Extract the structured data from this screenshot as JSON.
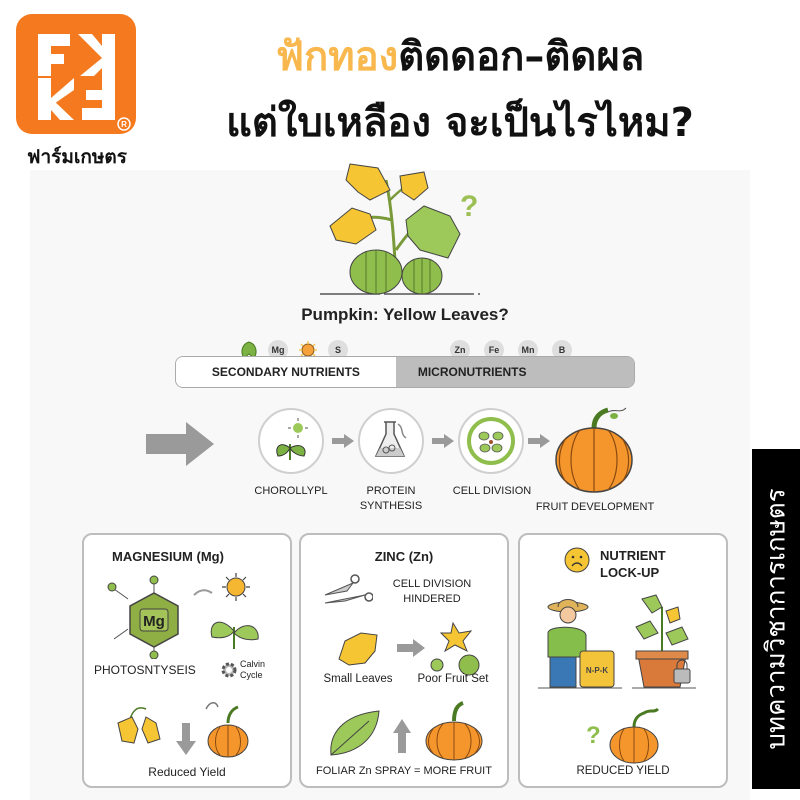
{
  "brand": {
    "logo_letters": "FKKF",
    "registered_mark": "®",
    "caption": "ฟาร์มเกษตร",
    "color": "#f57a1f"
  },
  "header": {
    "title_highlight": "ฟักทอง",
    "title_line1_rest": "ติดดอก–ติดผล",
    "title_line2": "แต่ใบเหลือง จะเป็นไรไหม?",
    "highlight_color": "#f8b84e"
  },
  "infographic": {
    "subtitle": "Pumpkin: Yellow Leaves?",
    "secondary_chips": [
      "Mg",
      "S"
    ],
    "micro_chips": [
      "Zn",
      "Fe",
      "Mn",
      "B"
    ],
    "segments": {
      "secondary": "SECONDARY NUTRIENTS",
      "micro": "MICRONUTRIENTS"
    },
    "flow": [
      {
        "label": "CHOROLLYPL"
      },
      {
        "label": "PROTEIN\nSYNTHESIS"
      },
      {
        "label": "CELL DIVISION"
      },
      {
        "label": "FRUIT DEVELOPMENT"
      }
    ],
    "cards": {
      "magnesium": {
        "title": "MAGNESIUM (Mg)",
        "hex_label": "Mg",
        "photosynthesis": "PHOTOSNTYSEIS",
        "calvin_1": "Calvin",
        "calvin_2": "Cycle",
        "result": "Reduced Yield"
      },
      "zinc": {
        "title": "ZINC (Zn)",
        "cell_division_1": "CELL DIVISION",
        "cell_division_2": "HINDERED",
        "small_leaves": "Small Leaves",
        "poor_fruit": "Poor Fruit Set",
        "result": "FOLIAR Zn SPRAY = MORE FRUIT"
      },
      "lockup": {
        "title_1": "NUTRIENT",
        "title_2": "LOCK-UP",
        "bag_label": "N-P-K",
        "result": "REDUCED YIELD"
      }
    }
  },
  "side_tab": {
    "label": "บทความวิชาการเกษตร"
  }
}
